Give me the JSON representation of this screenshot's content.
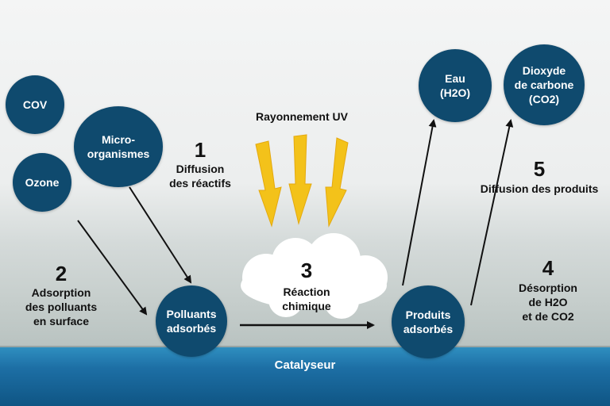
{
  "colors": {
    "circle": "#0f4a6e",
    "catalyst": "#1d6fa5",
    "uv_arrow": "#f3c21a",
    "text": "#111111"
  },
  "catalyst_label": "Catalyseur",
  "uv_label": "Rayonnement UV",
  "circles": {
    "cov": "COV",
    "micro": "Micro-\norganismes",
    "ozone": "Ozone",
    "polluants": "Polluants\nadsorbés",
    "produits": "Produits\nadsorbés",
    "eau": "Eau\n(H2O)",
    "dioxyde": "Dioxyde\nde carbone\n(CO2)"
  },
  "steps": [
    {
      "number": "1",
      "text": "Diffusion\ndes réactifs"
    },
    {
      "number": "2",
      "text": "Adsorption\ndes polluants\nen surface"
    },
    {
      "number": "3",
      "text": "Réaction\nchimique"
    },
    {
      "number": "4",
      "text": "Désorption\nde H2O\net de CO2"
    },
    {
      "number": "5",
      "text": "Diffusion des produits"
    }
  ]
}
